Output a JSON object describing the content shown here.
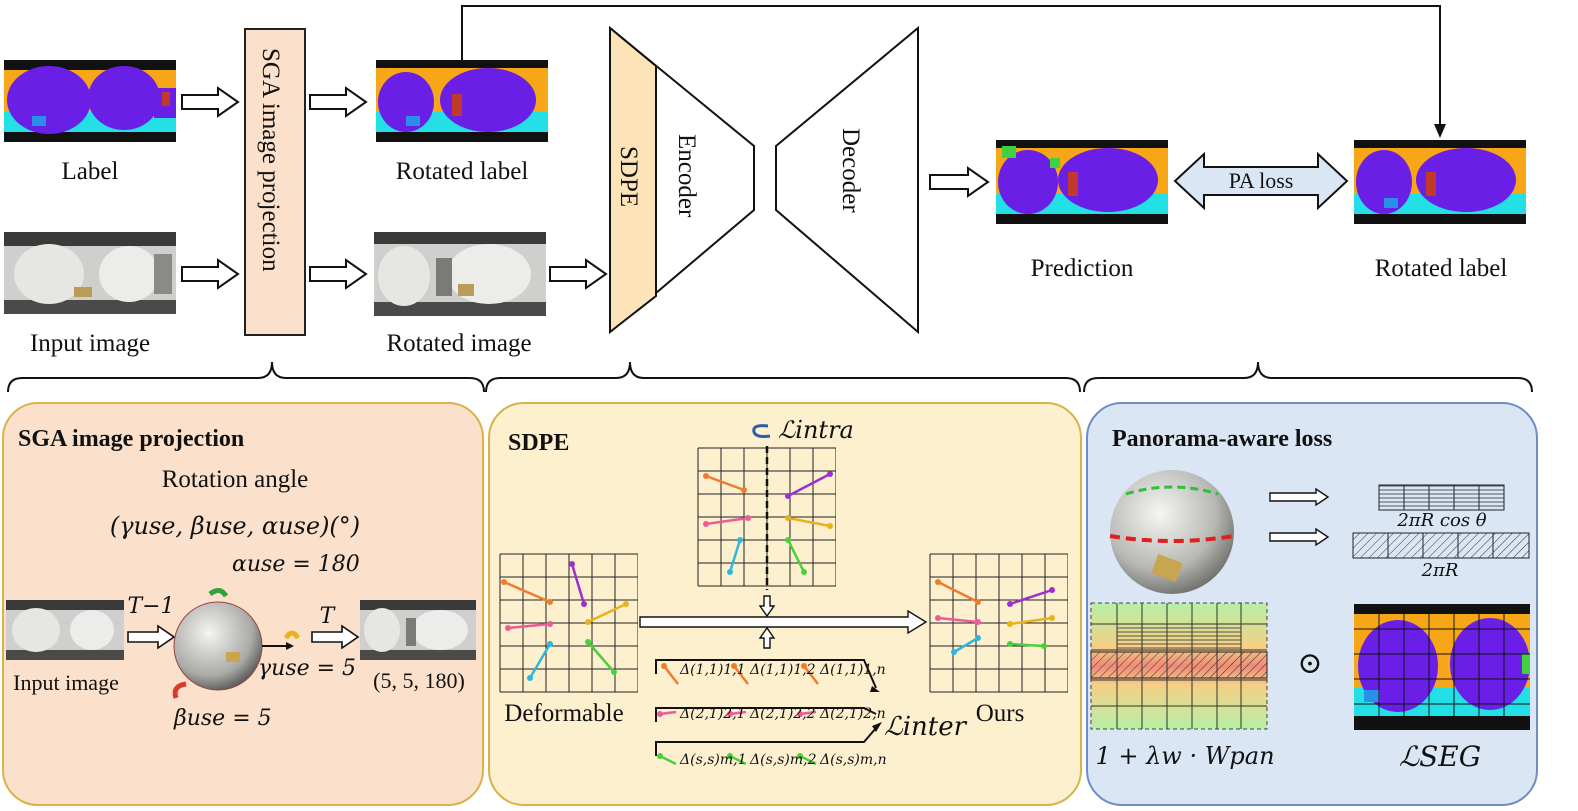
{
  "top": {
    "label": "Label",
    "input_image": "Input image",
    "sga_box": "SGA image projection",
    "rotated_label": "Rotated label",
    "rotated_image": "Rotated image",
    "sdpe": "SDPE",
    "encoder": "Encoder",
    "decoder": "Decoder",
    "prediction": "Prediction",
    "pa_loss": "PA loss",
    "rotated_label_right": "Rotated label"
  },
  "panel_sga": {
    "title": "SGA image projection",
    "rotation_angle": "Rotation angle",
    "angle_tuple": "(γuse, βuse, αuse)(°)",
    "alpha": "αuse = 180",
    "gamma": "γuse = 5",
    "beta": "βuse = 5",
    "t_inv": "T−1",
    "t": "T",
    "input_image": "Input image",
    "result": "(5, 5, 180)"
  },
  "panel_sdpe": {
    "title": "SDPE",
    "l_intra": "ℒintra",
    "l_inter": "ℒinter",
    "deformable": "Deformable",
    "ours": "Ours",
    "row1": [
      "Δ(1,1)1,1",
      "Δ(1,1)1,2",
      "Δ(1,1)1,n"
    ],
    "row2": [
      "Δ(2,1)2,1",
      "Δ(2,1)2,2",
      "Δ(2,1)2,n"
    ],
    "row3": [
      "Δ(s,s)m,1",
      "Δ(s,s)m,2",
      "Δ(s,s)m,n"
    ]
  },
  "panel_pa": {
    "title": "Panorama-aware loss",
    "cos_label": "2πR cos θ",
    "full_label": "2πR",
    "weight_label": "1 + λw · Wpan",
    "odot": "⊙",
    "lseg": "ℒSEG"
  },
  "colors": {
    "sga_fill": "#fbe0cb",
    "sdpe_fill": "#fdf0cf",
    "pa_fill": "#dbe6f5",
    "panel_border_warm": "#d9b24a",
    "panel_border_blue": "#6d8fc4",
    "seg_purple": "#6a1fe6",
    "seg_cyan": "#22e0e6",
    "seg_orange": "#f7a617"
  }
}
